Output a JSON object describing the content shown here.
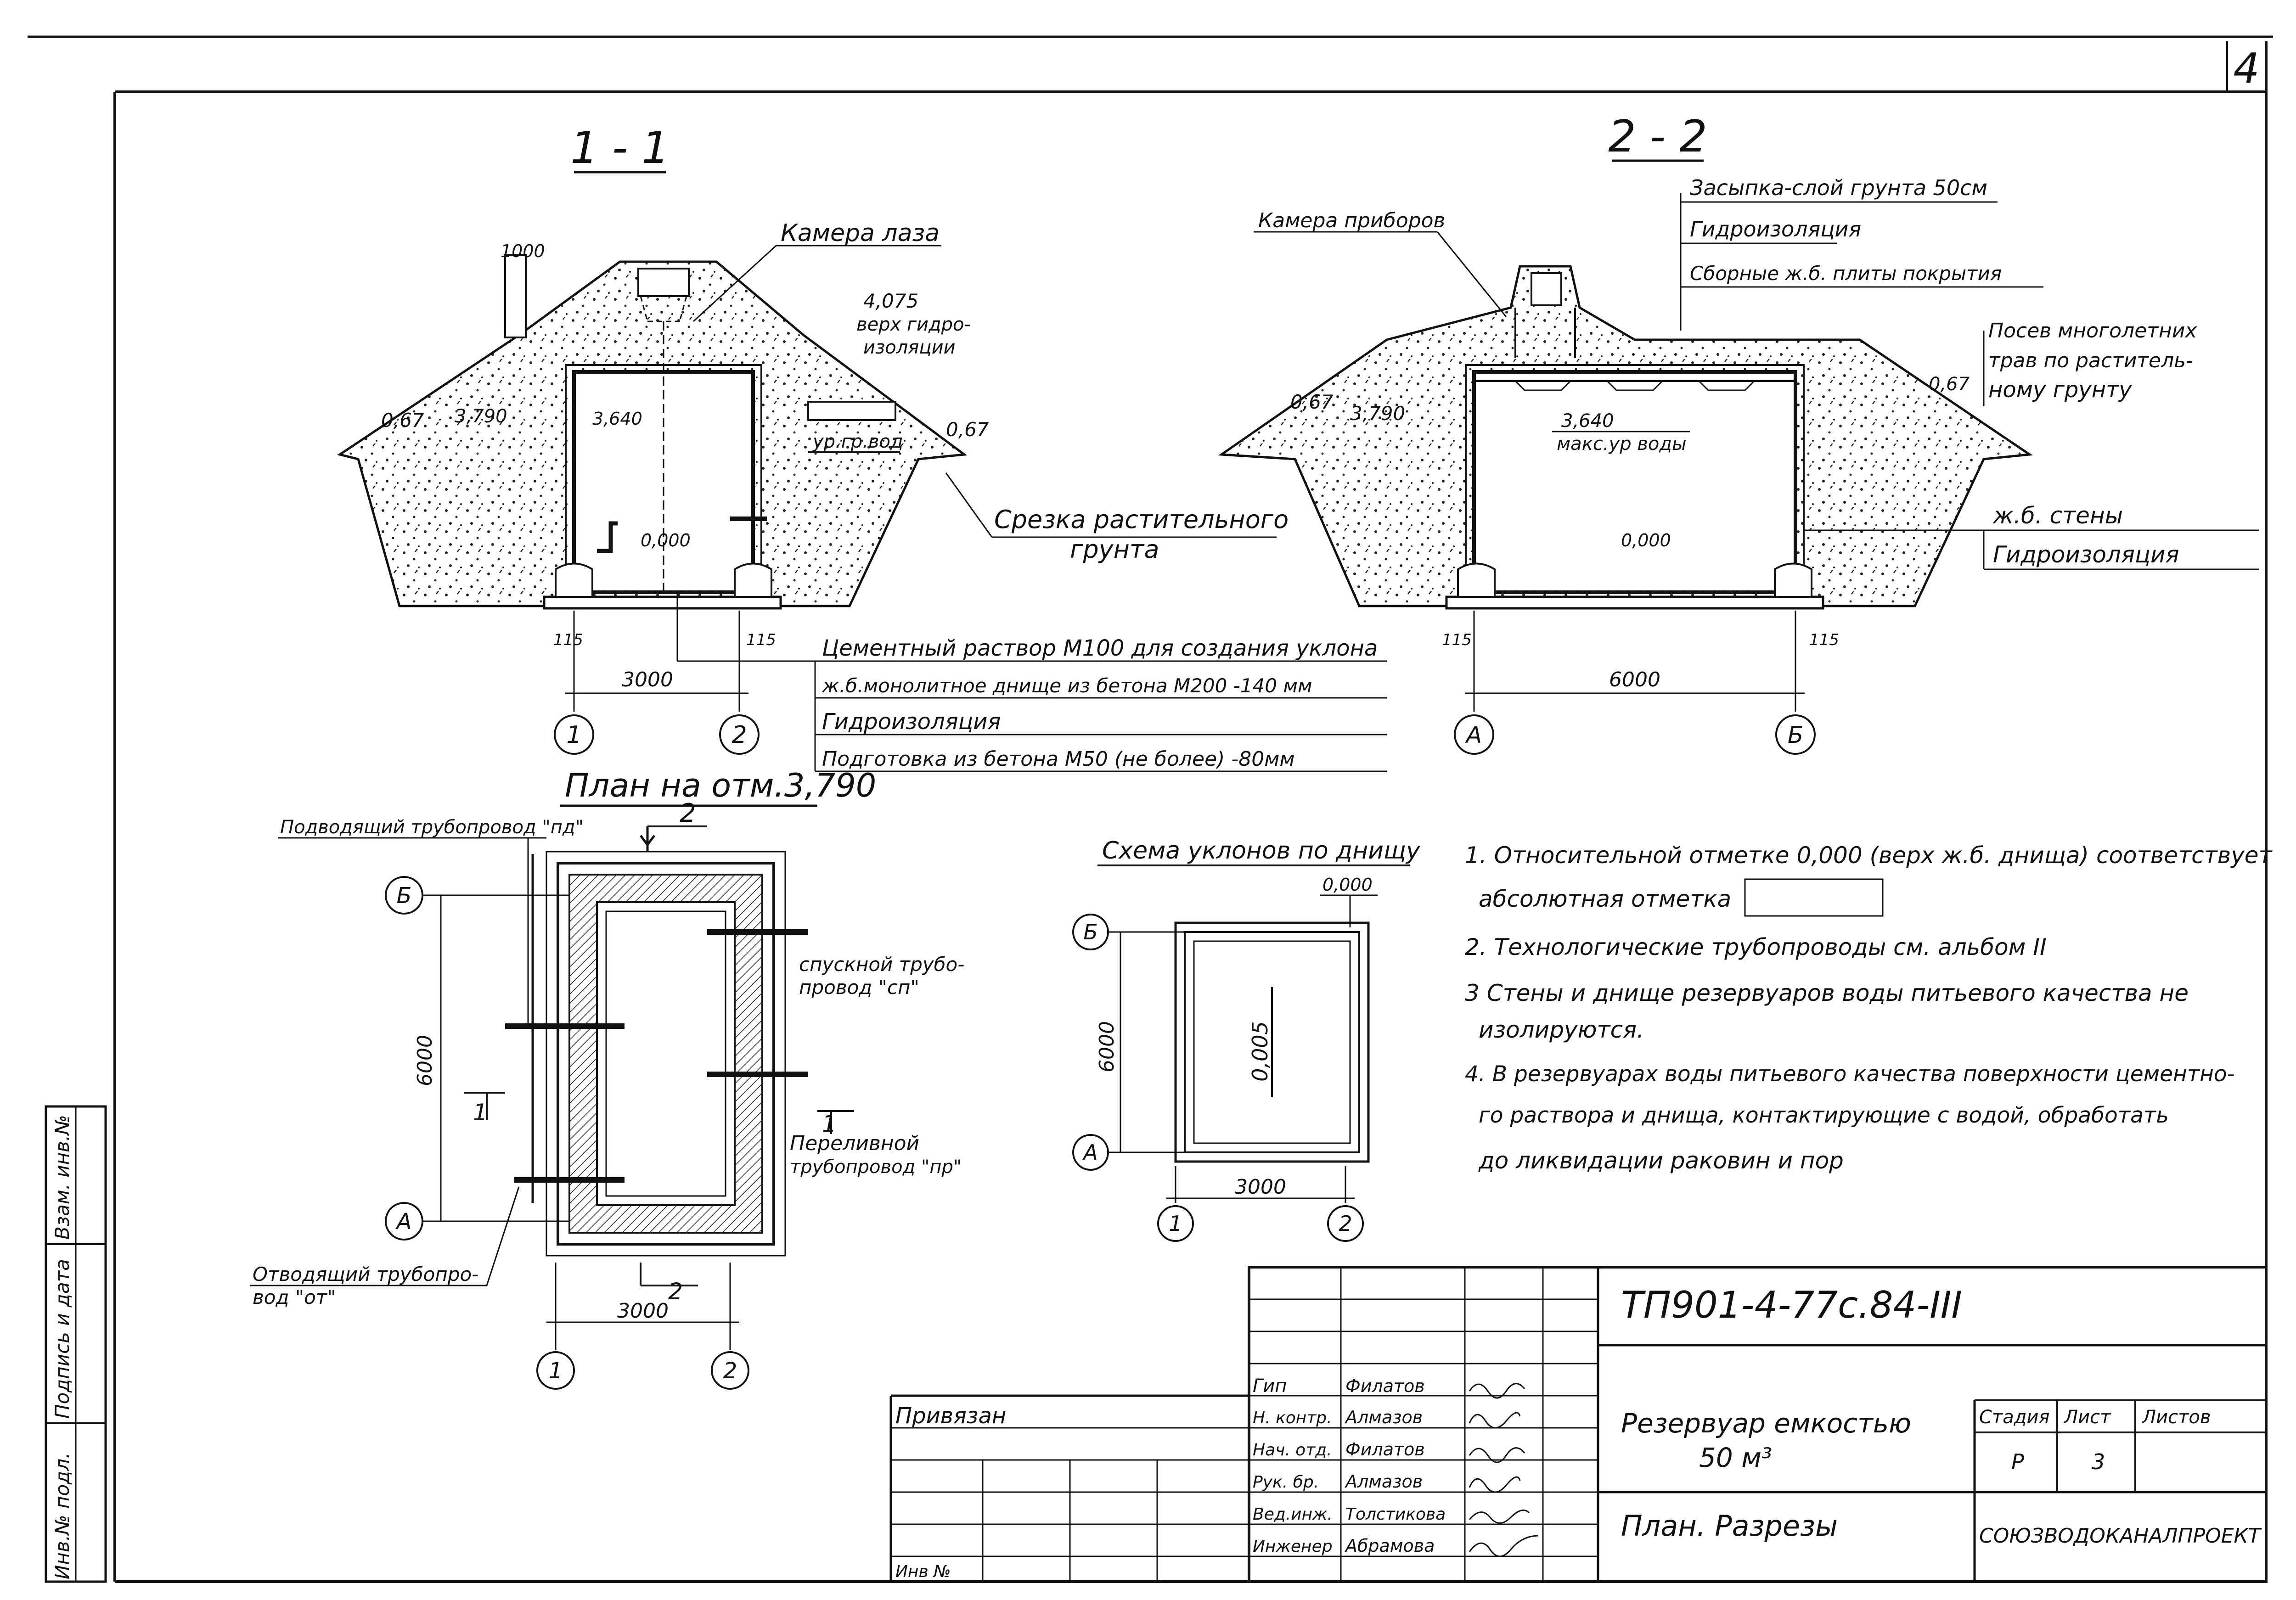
{
  "sheet": {
    "page_number": "4"
  },
  "section_1": {
    "title": "1 - 1",
    "camera_label": "Камера лаза",
    "dim_top": "1000",
    "level_4075": "4,075",
    "waterproof_top": [
      "верх гидро-",
      "изоляции"
    ],
    "slope_left": "0,67",
    "slope_right": "0,67",
    "level_3790": "3,790",
    "level_3640": "3,640",
    "groundwater": "ур.гр.вод",
    "level_0": "0,000",
    "cut_label": [
      "Срезка растительного",
      "грунта"
    ],
    "dim_115_left": "115",
    "dim_115_right": "115",
    "dim_span": "3000",
    "axis_left": "1",
    "axis_right": "2"
  },
  "bottom_layers": [
    "Цементный раствор М100 для создания уклона",
    "ж.б.монолитное днище из бетона М200 -140 мм",
    "Гидроизоляция",
    "Подготовка из бетона М50 (не более) -80мм"
  ],
  "section_2": {
    "title": "2 - 2",
    "camera_label": "Камера приборов",
    "layer_labels": [
      "Засыпка-слой грунта 50см",
      "Гидроизоляция",
      "Сборные ж.б. плиты покрытия"
    ],
    "seeding": [
      "Посев многолетних",
      "трав по раститель-",
      "ному грунту"
    ],
    "slope_left": "0,67",
    "slope_right": "0,67",
    "level_3790": "3,790",
    "level_3640": "3,640",
    "max_water": "макс.ур воды",
    "level_0": "0,000",
    "wall_label": "ж.б. стены",
    "waterproof_label": "Гидроизоляция",
    "dim_115_left": "115",
    "dim_115_right": "115",
    "dim_span": "6000",
    "axis_left": "А",
    "axis_right": "Б"
  },
  "plan": {
    "title": "План на отм.3,790",
    "inlet": "Подводящий трубопровод \"пд\"",
    "section_mark": "2",
    "section_mark_side": "1",
    "drain": [
      "спускной трубо-",
      "провод \"сп\""
    ],
    "overflow": [
      "Переливной",
      "трубопровод \"пр\""
    ],
    "outlet": [
      "Отводящий трубопро-",
      "вод \"от\""
    ],
    "dim_vertical": "6000",
    "dim_horizontal": "3000",
    "axis_b": "Б",
    "axis_a": "А",
    "axis_1": "1",
    "axis_2": "2"
  },
  "slope_scheme": {
    "title": "Схема уклонов по днищу",
    "level": "0,000",
    "slope": "0,005",
    "dim_vertical": "6000",
    "dim_horizontal": "3000",
    "axis_b": "Б",
    "axis_a": "А",
    "axis_1": "1",
    "axis_2": "2"
  },
  "notes": [
    "1. Относительной отметке 0,000 (верх ж.б. днища) соответствует",
    "абсолютная отметка",
    "2. Технологические трубопроводы см. альбом II",
    "3 Стены и днище резервуаров воды питьевого качества не",
    "изолируются.",
    "4. В резервуарах воды питьевого качества поверхности цементно-",
    "го раствора и днища, контактирующие с водой, обработать",
    "до ликвидации раковин и пор"
  ],
  "title_block": {
    "code": "ТП901-4-77с.84-III",
    "attached": "Привязан",
    "inv_no": "Инв №",
    "roles": [
      "Гип",
      "Н. контр.",
      "Нач. отд.",
      "Рук. бр.",
      "Вед.инж.",
      "Инженер"
    ],
    "names": [
      "Филатов",
      "Алмазов",
      "Филатов",
      "Алмазов",
      "Толстикова",
      "Абрамова"
    ],
    "object_title": [
      "Резервуар емкостью",
      "50 м³"
    ],
    "drawing_title": "План. Разрезы",
    "stage_header": "Стадия",
    "sheet_header": "Лист",
    "sheets_header": "Листов",
    "stage_value": "Р",
    "sheet_value": "3",
    "organization": "СОЮЗВОДОКАНАЛПРОЕКТ"
  },
  "side_stamp": [
    "Инв.№ подл.",
    "Подпись и дата",
    "Взам. инв.№"
  ]
}
